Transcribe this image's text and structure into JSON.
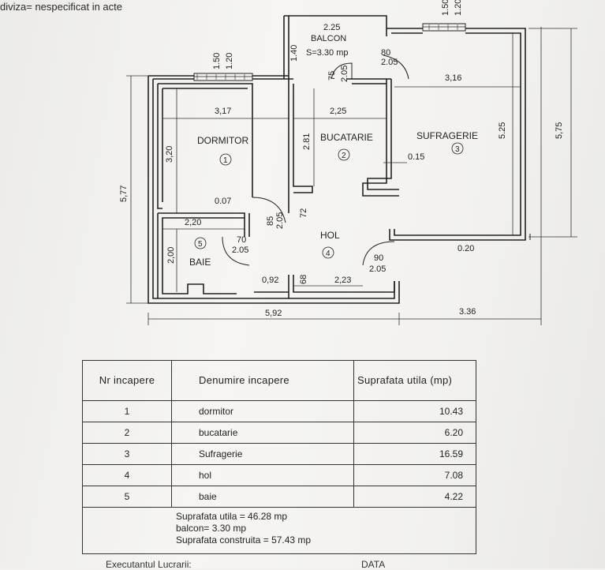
{
  "header_note": "diviza= nespecificat in acte",
  "plan": {
    "dim_total_width": "5,92",
    "dim_right_width": "3.36",
    "dim_left_height": "5,77",
    "dim_right_height": "5,75",
    "window_left": [
      "1.50",
      "1.20"
    ],
    "window_right": [
      "1.50",
      "1.20"
    ],
    "balcon": {
      "name": "BALCON",
      "width": "2.25",
      "area": "S=3.30 mp",
      "height": "1.40",
      "door": [
        "75",
        "2.05"
      ],
      "right_door": [
        "80",
        "2.05"
      ]
    },
    "rooms": [
      {
        "name": "DORMITOR",
        "num": "1",
        "width": "3,17",
        "height": "3,20"
      },
      {
        "name": "BUCATARIE",
        "num": "2",
        "width": "2,25",
        "height": "2.81"
      },
      {
        "name": "SUFRAGERIE",
        "num": "3",
        "width": "3,16",
        "height": "5.25"
      },
      {
        "name": "HOL",
        "num": "4"
      },
      {
        "name": "BAIE",
        "num": "5",
        "width": "2,20",
        "height": "2,00"
      }
    ],
    "dims": {
      "d_007": "0.07",
      "d_015": "0.15",
      "d_020": "0.20",
      "d_092": "0,92",
      "d_223": "2,23",
      "d_68": "68",
      "d_72": "72",
      "door_85": [
        "85",
        "2.05"
      ],
      "door_70": [
        "70",
        "2.05"
      ],
      "door_90": [
        "90",
        "2.05"
      ]
    }
  },
  "table": {
    "headers": [
      "Nr incapere",
      "Denumire incapere",
      "Suprafata utila (mp)"
    ],
    "rows": [
      {
        "nr": "1",
        "name": "dormitor",
        "area": "10.43"
      },
      {
        "nr": "2",
        "name": "bucatarie",
        "area": "6.20"
      },
      {
        "nr": "3",
        "name": "Sufragerie",
        "area": "16.59"
      },
      {
        "nr": "4",
        "name": "hol",
        "area": "7.08"
      },
      {
        "nr": "5",
        "name": "baie",
        "area": "4.22"
      }
    ],
    "summary": [
      "Suprafata utila = 46.28 mp",
      "balcon= 3.30 mp",
      "Suprafata construita = 57.43 mp"
    ]
  },
  "footer": {
    "left": "Executantul Lucrarii:",
    "right": "DATA"
  }
}
